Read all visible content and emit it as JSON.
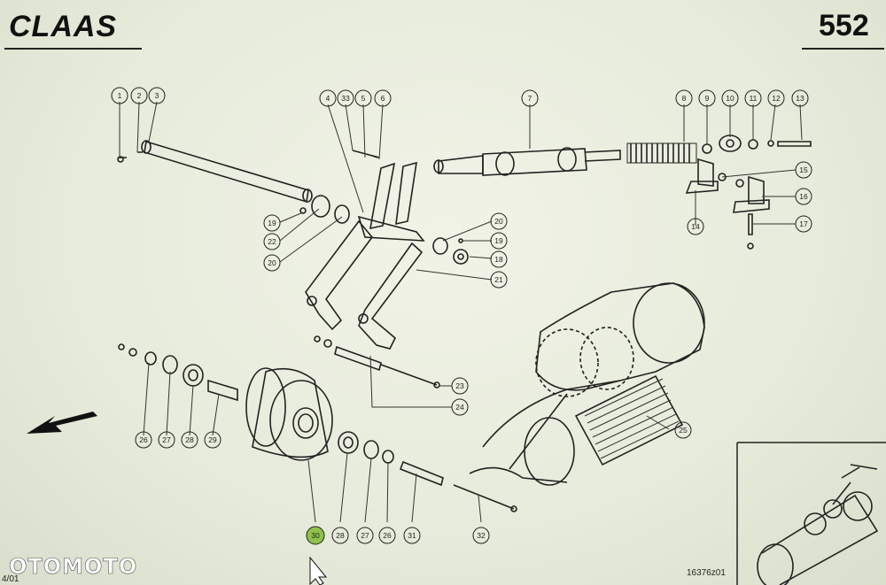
{
  "header": {
    "brand": "CLAAS",
    "page_number": "552"
  },
  "footer": {
    "drawing_code": "16376z01",
    "corner_code": "4/01",
    "watermark": "OTOMOTO"
  },
  "callouts": [
    "1",
    "2",
    "3",
    "4",
    "33",
    "5",
    "6",
    "7",
    "8",
    "9",
    "10",
    "11",
    "12",
    "13",
    "15",
    "16",
    "14",
    "17",
    "19",
    "22",
    "20",
    "20",
    "19",
    "18",
    "21",
    "23",
    "24",
    "25",
    "26",
    "27",
    "28",
    "29",
    "30",
    "28",
    "27",
    "26",
    "31",
    "32"
  ],
  "highlight_color": "#8ec24a"
}
